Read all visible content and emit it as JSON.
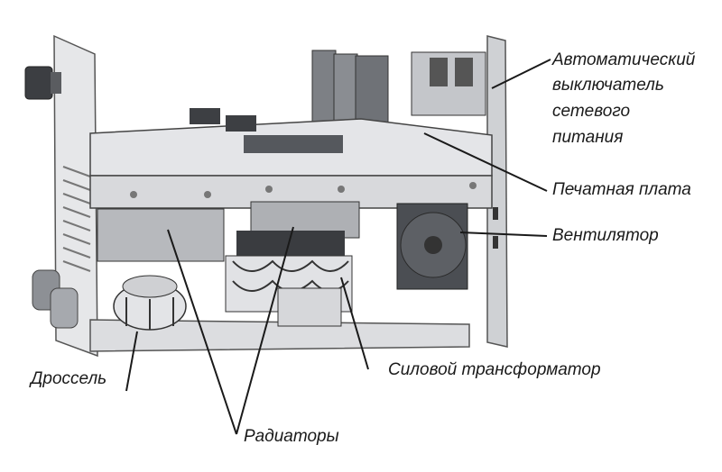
{
  "labels": {
    "breaker_line1": "Автоматический",
    "breaker_line2": "выключатель",
    "breaker_line3": "сетевого",
    "breaker_line4": "питания",
    "pcb": "Печатная плата",
    "fan": "Вентилятор",
    "transformer": "Силовой трансформатор",
    "choke": "Дроссель",
    "radiators": "Радиаторы"
  },
  "colors": {
    "line": "#1a1a1a",
    "metal": "#e9eaec",
    "metal_dark": "#9a9da2",
    "shadow": "#6b6e73",
    "text": "#1a1a1a"
  }
}
